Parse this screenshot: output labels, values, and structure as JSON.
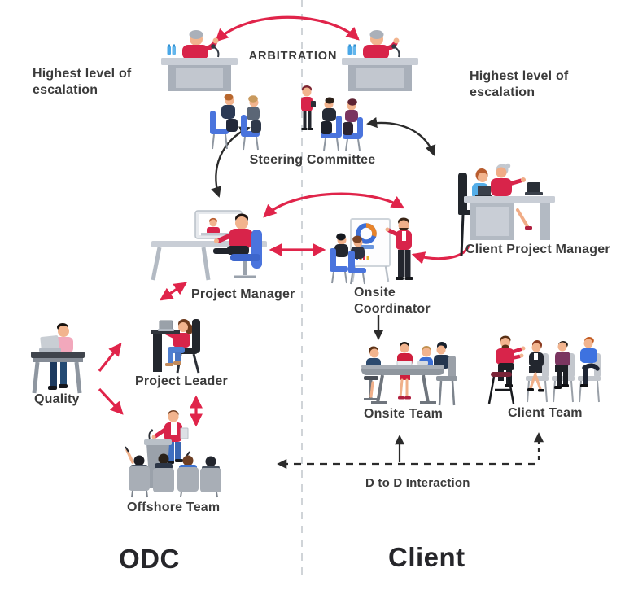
{
  "labels": {
    "escalation_left": "Highest level of\nescalation",
    "escalation_right": "Highest level of\nescalation",
    "arbitration": "ARBITRATION",
    "steering_committee": "Steering Committee",
    "client_project_manager": "Client Project Manager",
    "project_manager": "Project Manager",
    "onsite_coordinator": "Onsite\nCoordinator",
    "quality": "Quality",
    "project_leader": "Project Leader",
    "offshore_team": "Offshore Team",
    "onsite_team": "Onsite Team",
    "client_team": "Client Team",
    "d2d_interaction": "D to D Interaction",
    "zone_left": "ODC",
    "zone_right": "Client"
  },
  "palette": {
    "accent_red": "#e0244a",
    "arrow_black": "#2b2b2b",
    "divider_gray": "#d0d4d8",
    "chair_blue": "#4a74dd",
    "desk_gray": "#b9c0c8",
    "text_dark": "#3b3b3b",
    "zone_title": "#26262a"
  }
}
